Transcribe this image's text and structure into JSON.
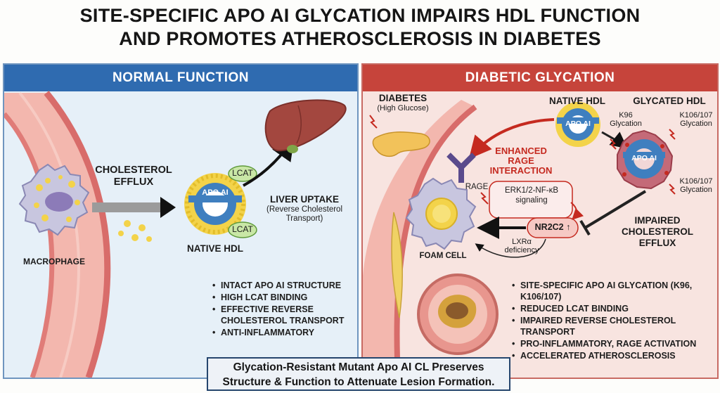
{
  "title": {
    "line1": "SITE-SPECIFIC APO AI GLYCATION IMPAIRS HDL FUNCTION",
    "line2": "AND PROMOTES ATHEROSCLEROSIS IN DIABETES"
  },
  "left_panel": {
    "header": "NORMAL FUNCTION",
    "macrophage": "MACROPHAGE",
    "efflux": [
      "CHOLESTEROL",
      "EFFLUX"
    ],
    "lcat_top": "LCAT",
    "lcat_bottom": "LCAT",
    "apo_label": "APO AI",
    "native_hdl": "NATIVE HDL",
    "liver_uptake": "LIVER UPTAKE",
    "reverse_transport": [
      "(Reverse Cholesterol",
      "Transport)"
    ],
    "bullets": [
      "INTACT APO AI STRUCTURE",
      "HIGH LCAT BINDING",
      "EFFECTIVE REVERSE CHOLESTEROL TRANSPORT",
      "ANTI-INFLAMMATORY"
    ]
  },
  "right_panel": {
    "header": "DIABETIC GLYCATION",
    "diabetes": "DIABETES",
    "high_glucose": "(High Glucose)",
    "native_hdl": "NATIVE HDL",
    "glycated_hdl": "GLYCATED HDL",
    "apo_native": "APO AI",
    "apo_glycated": "APO AI",
    "k96": [
      "K96",
      "Glycation"
    ],
    "k106_top": [
      "K106/107",
      "Glycation"
    ],
    "k106_bottom": [
      "K106/107",
      "Glycation"
    ],
    "enhanced_rage": [
      "ENHANCED",
      "RAGE",
      "INTERACTION"
    ],
    "rage": "RAGE",
    "erk": [
      "ERK1/2-NF-κB",
      "signaling"
    ],
    "nr2c2": "NR2C2 ↑",
    "lxr": [
      "LXRα",
      "deficiency"
    ],
    "foam_cell": "FOAM CELL",
    "impaired": [
      "IMPAIRED",
      "CHOLESTEROL",
      "EFFLUX"
    ],
    "bullets": [
      "SITE-SPECIFIC APO AI GLYCATION (K96, K106/107)",
      "REDUCED LCAT BINDING",
      "IMPAIRED REVERSE CHOLESTEROL TRANSPORT",
      "PRO-INFLAMMATORY, RAGE ACTIVATION",
      "ACCELERATED ATHEROSCLEROSIS"
    ]
  },
  "bottom_box": {
    "line1": "Glycation-Resistant Mutant Apo AI CL Preserves",
    "line2": "Structure & Function to Attenuate Lesion Formation."
  },
  "colors": {
    "normal_header": "#2f6bb0",
    "diabetic_header": "#c6443b",
    "vessel": "#e58a86",
    "apo_blue": "#3f7fbf",
    "lipid_yellow": "#f3d34a",
    "lcat_green": "#c9e7a6",
    "inhibition_red": "#c52a20"
  }
}
